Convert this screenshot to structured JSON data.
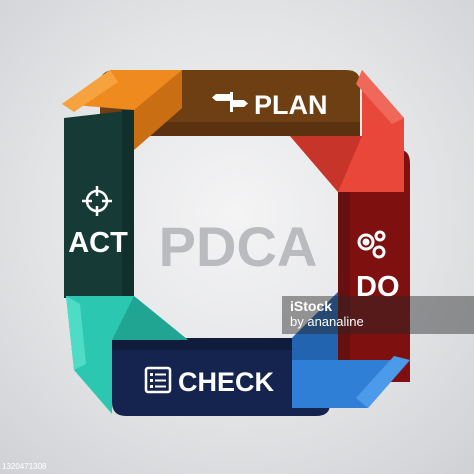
{
  "diagram": {
    "center_text": "PDCA",
    "stages": [
      {
        "label": "PLAN",
        "icon": "signpost-icon",
        "color": "#6e3f12"
      },
      {
        "label": "DO",
        "icon": "gears-icon",
        "color": "#7f1010"
      },
      {
        "label": "CHECK",
        "icon": "checklist-icon",
        "color": "#15244e"
      },
      {
        "label": "ACT",
        "icon": "target-icon",
        "color": "#163a36"
      }
    ],
    "fold_colors": {
      "top_left": "#ee8a1e",
      "top_right": "#e8473a",
      "bottom_right": "#2f7fd6",
      "bottom_left": "#2cc7b0"
    }
  },
  "watermark": {
    "brand": "iStock",
    "credit": "by ananaline"
  },
  "stock_id": "1320471308"
}
